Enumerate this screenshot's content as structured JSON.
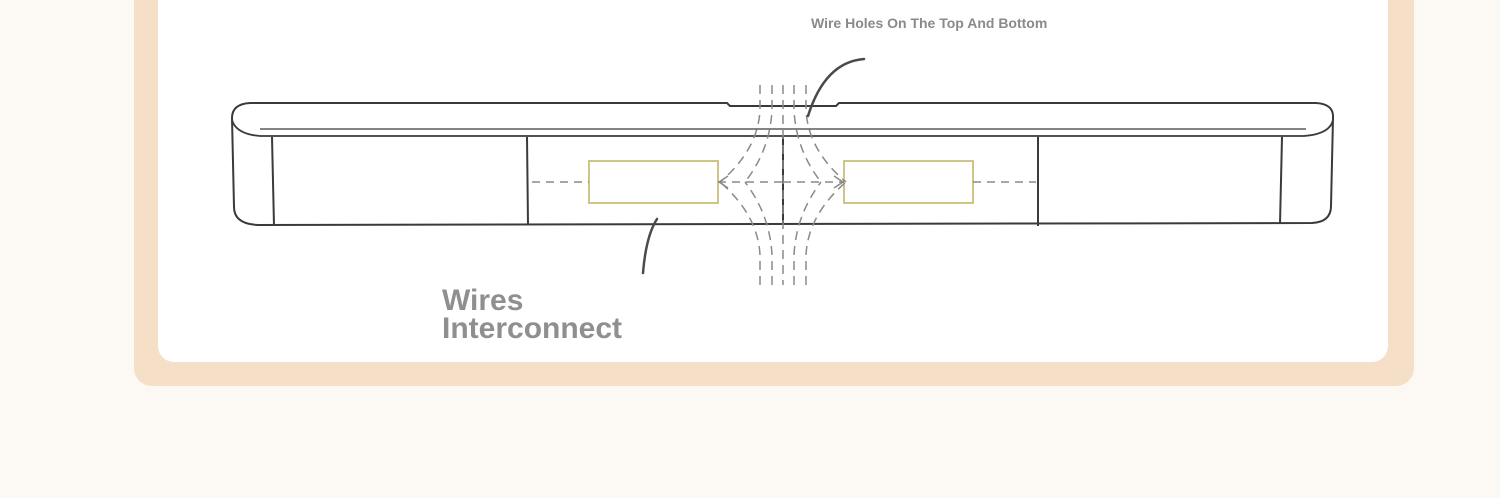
{
  "labels": {
    "wire_holes": "Wire Holes On The Top And Bottom",
    "wires_line1": "Wires",
    "wires_line2": "Interconnect"
  },
  "colors": {
    "frame": "#f5dfc6",
    "card": "#ffffff",
    "background": "#fcf8f4",
    "outline": "#3a3a3a",
    "module": "#c8c07a",
    "label": "#8a8a8a"
  }
}
